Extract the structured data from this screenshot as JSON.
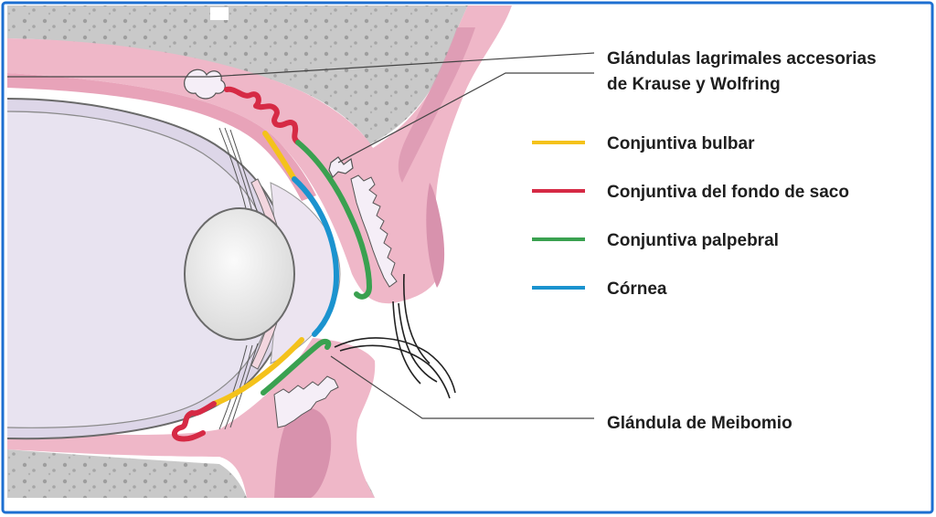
{
  "labels": {
    "accessory_glands_line1": "Glándulas lagrimales accesorias",
    "accessory_glands_line2": "de Krause y Wolfring",
    "meibomian_gland": "Glándula de Meibomio"
  },
  "legend": [
    {
      "label": "Conjuntiva bulbar",
      "color": "#f4c21b"
    },
    {
      "label": "Conjuntiva del fondo de saco",
      "color": "#d62a45"
    },
    {
      "label": "Conjuntiva palpebral",
      "color": "#3aa150"
    },
    {
      "label": "Córnea",
      "color": "#1b93cf"
    }
  ],
  "colors": {
    "frame": "#1d6fd1",
    "bone": "#c7c7c7",
    "skin": "#efb7c8",
    "eyeball": "#ddd6e8",
    "pink_dark": "#d892ad"
  }
}
